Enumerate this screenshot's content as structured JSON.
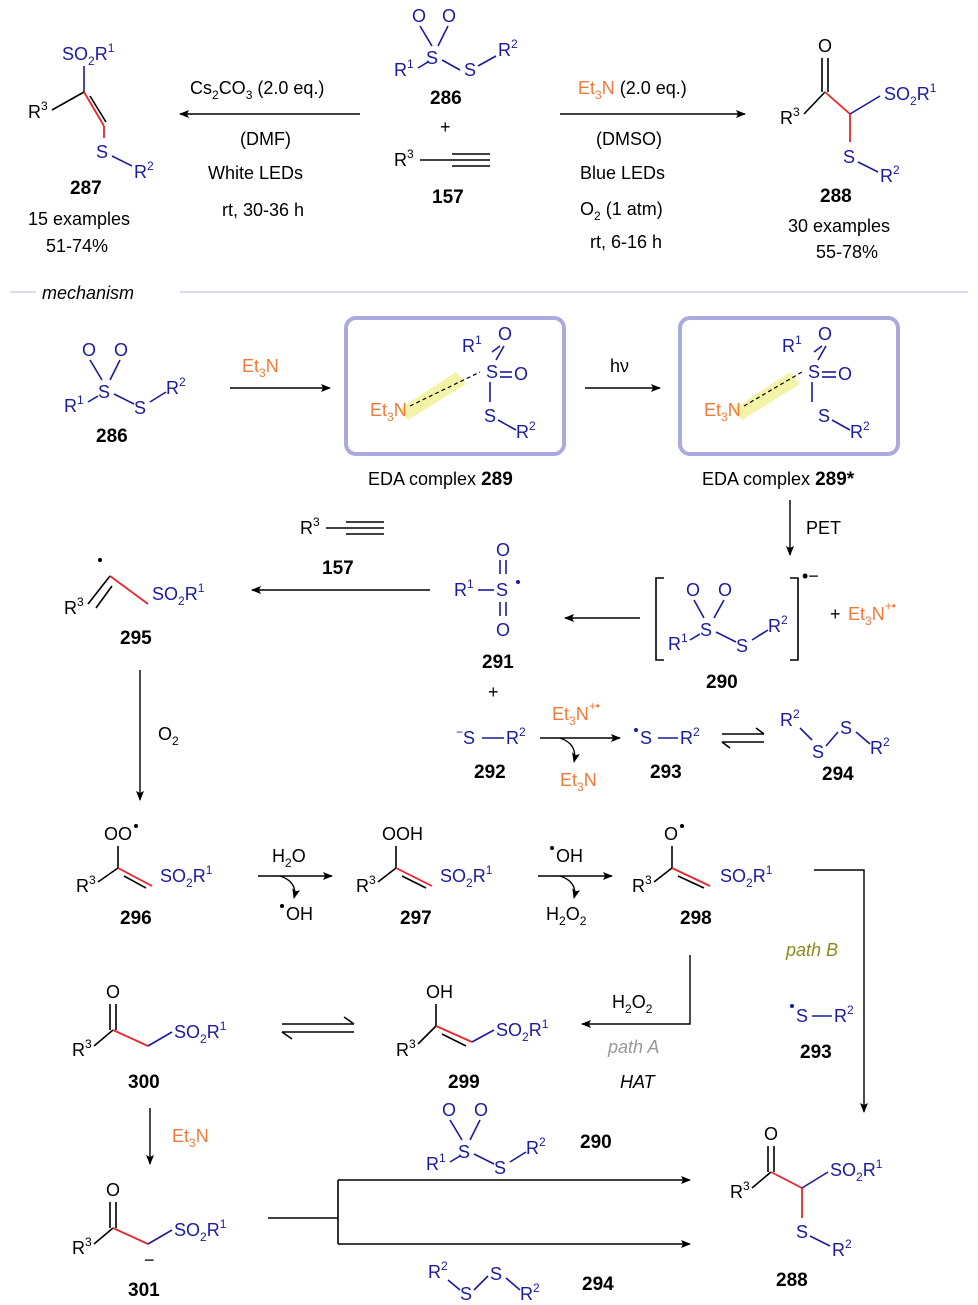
{
  "text": {
    "mechanism": "mechanism",
    "eda_label": "EDA complex",
    "c289": "289",
    "c289s": "289*",
    "hv": "hν",
    "pet": "PET",
    "plus": "+",
    "o2": "O",
    "ooh": "OOH",
    "oh": "OH",
    "oo": "OO",
    "o": "O",
    "path_a": "path A",
    "path_b": "path B",
    "hat": "HAT",
    "r3": "R",
    "so2r1": "SO",
    "s": "S",
    "et3n": "Et",
    "c157": "157",
    "c286": "286",
    "c287": "287",
    "c288": "288",
    "c290": "290",
    "c291": "291",
    "c292": "292",
    "c293": "293",
    "c294": "294",
    "c295": "295",
    "c296": "296",
    "c297": "297",
    "c298": "298",
    "c299": "299",
    "c300": "300",
    "c301": "301",
    "left_cond_1": "Cs",
    "left_cond_2": "(DMF)",
    "left_cond_3": "White LEDs",
    "left_cond_4": "rt, 30-36 h",
    "right_cond_2": "(DMSO)",
    "right_cond_3": "Blue LEDs",
    "right_cond_5": "rt, 6-16 h",
    "p287_examples": "15 examples",
    "p287_yield": "51-74%",
    "p288_examples": "30 examples",
    "p288_yield": "55-78%"
  },
  "colors": {
    "reagent_orange": "#f07a3c",
    "structure_blue": "#1a1a9e",
    "new_bond_red": "#e8262a",
    "eda_box": "#aaaadf",
    "eda_highlight": "#f4f4a8",
    "path_b_olive": "#8a8a1a"
  }
}
